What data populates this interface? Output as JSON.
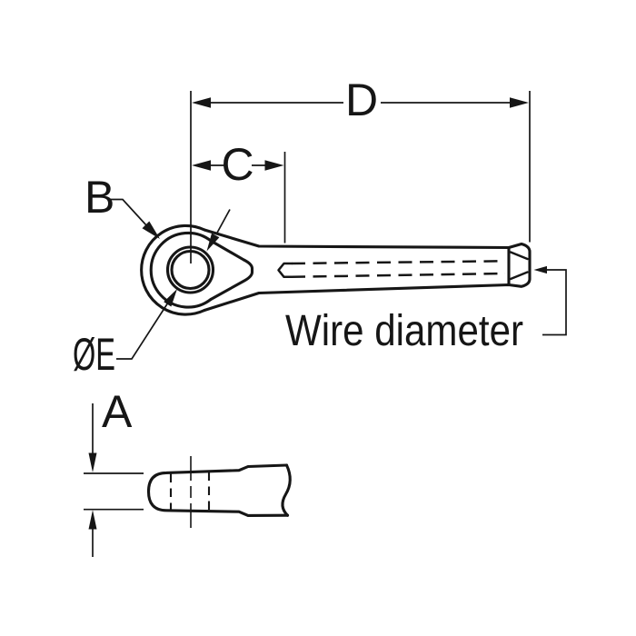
{
  "figure": {
    "kind": "technical line drawing",
    "views": {
      "top_view": "eye terminal with swage shank, hidden wire bore shown dashed",
      "side_view": "flat eye profile with round shank break-off"
    }
  },
  "labels": {
    "dim_d": "D",
    "dim_c": "C",
    "dim_b": "B",
    "dim_e": "ØE",
    "dim_a": "A",
    "wire_diameter": "Wire diameter"
  },
  "colors": {
    "line": "#161616",
    "background": "#ffffff"
  }
}
